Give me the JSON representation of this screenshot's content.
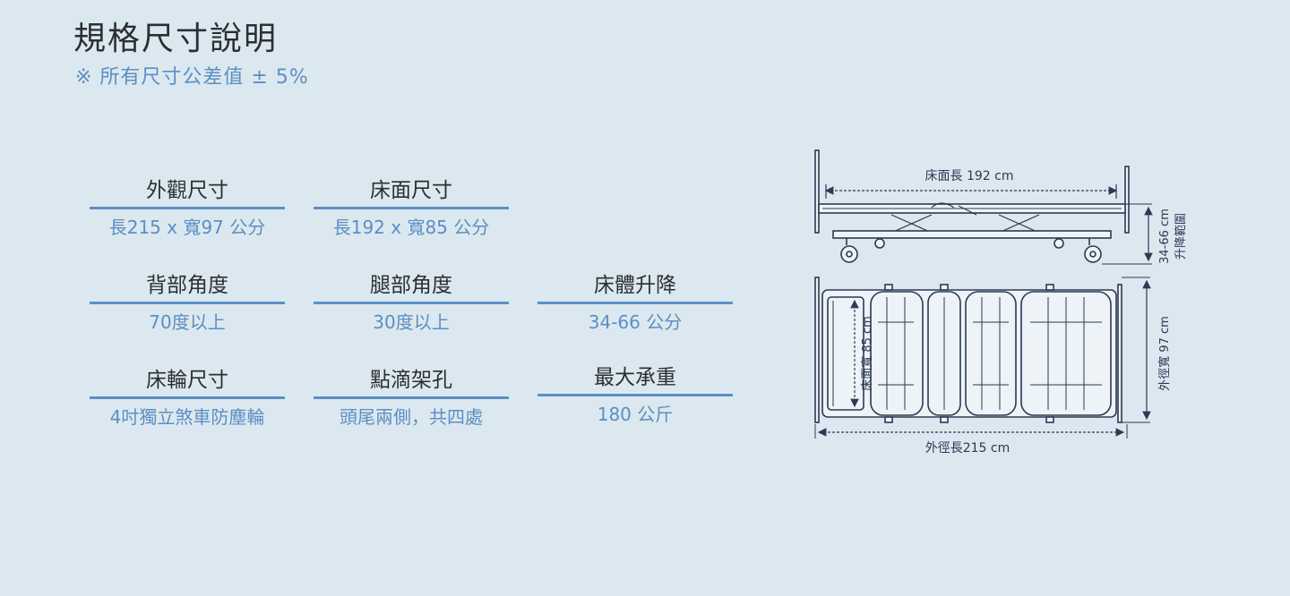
{
  "header": {
    "title": "規格尺寸說明",
    "note": "※ 所有尺寸公差值 ± 5%"
  },
  "specs": [
    {
      "label": "外觀尺寸",
      "value": "長215 x 寬97 公分"
    },
    {
      "label": "床面尺寸",
      "value": "長192 x 寬85 公分"
    },
    {
      "label": "背部角度",
      "value": "70度以上"
    },
    {
      "label": "腿部角度",
      "value": "30度以上"
    },
    {
      "label": "床體升降",
      "value": "34-66 公分"
    },
    {
      "label": "床輪尺寸",
      "value": "4吋獨立煞車防塵輪"
    },
    {
      "label": "點滴架孔",
      "value": "頭尾兩側，共四處"
    },
    {
      "label": "最大承重",
      "value": "180 公斤"
    }
  ],
  "diagram": {
    "mattress_length": "床面長 192 cm",
    "lift_range_value": "34-66 cm",
    "lift_range_label": "升降範圍",
    "mattress_width": "床面寬 85 cm",
    "outer_width": "外徑寬 97 cm",
    "outer_length": "外徑長215 cm"
  },
  "colors": {
    "background": "#dce8ef",
    "accent": "#5b8fc4",
    "text": "#2b2f33",
    "line_art": "#2b3a55"
  }
}
